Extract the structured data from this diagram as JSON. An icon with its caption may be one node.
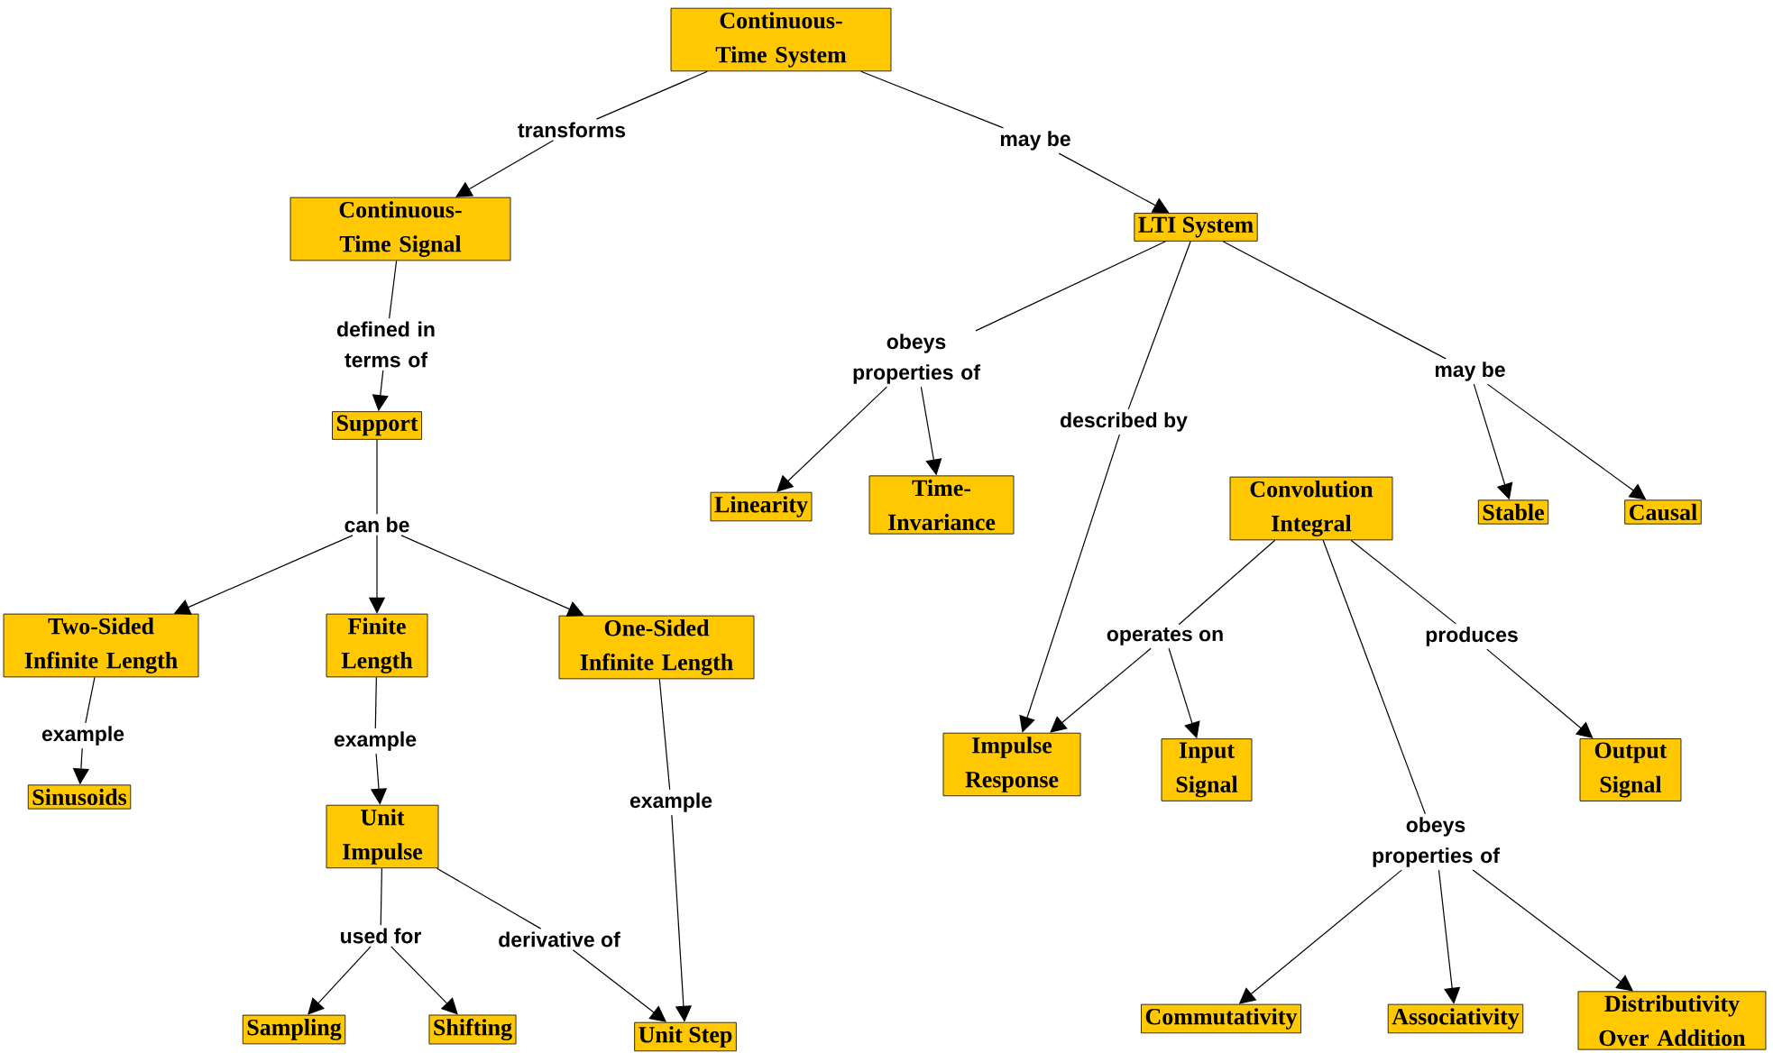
{
  "diagram": {
    "nodes": [
      {
        "text": [
          "Continuous-Time System"
        ]
      },
      {
        "text": [
          "transforms"
        ]
      },
      {
        "text": [
          "Continuous-Time Signal"
        ]
      },
      {
        "text": [
          "defined in terms of"
        ]
      },
      {
        "text": [
          "Support"
        ]
      },
      {
        "text": [
          "can be"
        ]
      },
      {
        "text": [
          "Two-Sided Infinite Length"
        ]
      },
      {
        "text": [
          "Finite Length"
        ]
      },
      {
        "text": [
          "One-Sided Infinite Length"
        ]
      },
      {
        "text": [
          "example"
        ]
      },
      {
        "text": [
          "Sinusoids"
        ]
      },
      {
        "text": [
          "example"
        ]
      },
      {
        "text": [
          "Unit Impulse"
        ]
      },
      {
        "text": [
          "example"
        ]
      },
      {
        "text": [
          "used for"
        ]
      },
      {
        "text": [
          "derivative of"
        ]
      },
      {
        "text": [
          "Sampling"
        ]
      },
      {
        "text": [
          "Shifting"
        ]
      },
      {
        "text": [
          "Unit Step"
        ]
      },
      {
        "text": [
          "may be"
        ]
      },
      {
        "text": [
          "LTI System"
        ]
      },
      {
        "text": [
          "obeys properties of"
        ]
      },
      {
        "text": [
          "described by"
        ]
      },
      {
        "text": [
          "may be"
        ]
      },
      {
        "text": [
          "Linearity"
        ]
      },
      {
        "text": [
          "Time-Invariance"
        ]
      },
      {
        "text": [
          "Convolution Integral"
        ]
      },
      {
        "text": [
          "Stable"
        ]
      },
      {
        "text": [
          "Causal"
        ]
      },
      {
        "text": [
          "operates on"
        ]
      },
      {
        "text": [
          "produces"
        ]
      },
      {
        "text": [
          "Impulse Response"
        ]
      },
      {
        "text": [
          "Input Signal"
        ]
      },
      {
        "text": [
          "Output Signal"
        ]
      },
      {
        "text": [
          "obeys properties of"
        ]
      },
      {
        "text": [
          "Commutativity"
        ]
      },
      {
        "text": [
          "Associativity"
        ]
      },
      {
        "text": [
          "Distributivity Over Addition"
        ]
      }
    ],
    "edges": [
      {
        "from": 0,
        "to": 1,
        "arrow": "none"
      },
      {
        "from": 1,
        "to": 2,
        "arrow": "to"
      },
      {
        "from": 2,
        "to": 3,
        "arrow": "none"
      },
      {
        "from": 3,
        "to": 4,
        "arrow": "to"
      },
      {
        "from": 4,
        "to": 5,
        "arrow": "none"
      },
      {
        "from": 5,
        "to": 6,
        "arrow": "to"
      },
      {
        "from": 5,
        "to": 7,
        "arrow": "to"
      },
      {
        "from": 5,
        "to": 8,
        "arrow": "to"
      },
      {
        "from": 6,
        "to": 9,
        "arrow": "none"
      },
      {
        "from": 9,
        "to": 10,
        "arrow": "to"
      },
      {
        "from": 7,
        "to": 11,
        "arrow": "none"
      },
      {
        "from": 11,
        "to": 12,
        "arrow": "to"
      },
      {
        "from": 8,
        "to": 13,
        "arrow": "none"
      },
      {
        "from": 13,
        "to": 18,
        "arrow": "to"
      },
      {
        "from": 12,
        "to": 14,
        "arrow": "none"
      },
      {
        "from": 14,
        "to": 16,
        "arrow": "to"
      },
      {
        "from": 14,
        "to": 17,
        "arrow": "to"
      },
      {
        "from": 12,
        "to": 15,
        "arrow": "none"
      },
      {
        "from": 15,
        "to": 18,
        "arrow": "to"
      },
      {
        "from": 0,
        "to": 19,
        "arrow": "none"
      },
      {
        "from": 19,
        "to": 20,
        "arrow": "to"
      },
      {
        "from": 20,
        "to": 21,
        "arrow": "none"
      },
      {
        "from": 21,
        "to": 24,
        "arrow": "to"
      },
      {
        "from": 21,
        "to": 25,
        "arrow": "to"
      },
      {
        "from": 20,
        "to": 22,
        "arrow": "none"
      },
      {
        "from": 22,
        "to": 31,
        "arrow": "to"
      },
      {
        "from": 20,
        "to": 23,
        "arrow": "none"
      },
      {
        "from": 23,
        "to": 27,
        "arrow": "to"
      },
      {
        "from": 23,
        "to": 28,
        "arrow": "to"
      },
      {
        "from": 26,
        "to": 29,
        "arrow": "none"
      },
      {
        "from": 29,
        "to": 31,
        "arrow": "to"
      },
      {
        "from": 29,
        "to": 32,
        "arrow": "to"
      },
      {
        "from": 26,
        "to": 30,
        "arrow": "none"
      },
      {
        "from": 30,
        "to": 33,
        "arrow": "to"
      },
      {
        "from": 26,
        "to": 34,
        "arrow": "none"
      },
      {
        "from": 34,
        "to": 35,
        "arrow": "to"
      },
      {
        "from": 34,
        "to": 36,
        "arrow": "to"
      },
      {
        "from": 34,
        "to": 37,
        "arrow": "to"
      }
    ]
  }
}
